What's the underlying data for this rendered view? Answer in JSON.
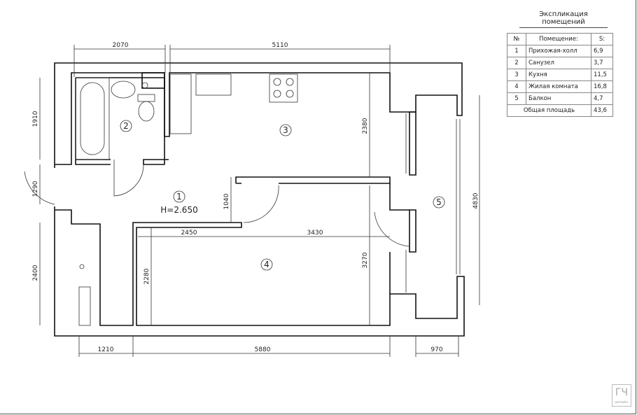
{
  "legend": {
    "title": "Экспликация помещений",
    "headers": [
      "№",
      "Помещение:",
      "S:"
    ],
    "rows": [
      {
        "num": "1",
        "name": "Прихожая-холл",
        "area": "6,9"
      },
      {
        "num": "2",
        "name": "Санузел",
        "area": "3,7"
      },
      {
        "num": "3",
        "name": "Кухня",
        "area": "11,5"
      },
      {
        "num": "4",
        "name": "Жилая комната",
        "area": "16,8"
      },
      {
        "num": "5",
        "name": "Балкон",
        "area": "4,7"
      }
    ],
    "total_label": "Общая площадь",
    "total_area": "43,6"
  },
  "plan": {
    "rooms": [
      "1",
      "2",
      "3",
      "4",
      "5"
    ],
    "ceiling_height": "H=2.650",
    "dimensions": {
      "top_left": "2070",
      "top_right": "5110",
      "left_upper": "1910",
      "left_mid": "1290",
      "left_lower": "2400",
      "kitchen_height": "2380",
      "hall_gap": "1040",
      "room_width_left": "2450",
      "room_width_right": "3430",
      "room_height_right": "3270",
      "room_height_left": "2280",
      "balcony_height": "4830",
      "bottom_left": "1210",
      "bottom_mid": "5880",
      "bottom_right": "970"
    }
  },
  "logo": {
    "text": "ГЧ",
    "subtext": "дизайн"
  }
}
